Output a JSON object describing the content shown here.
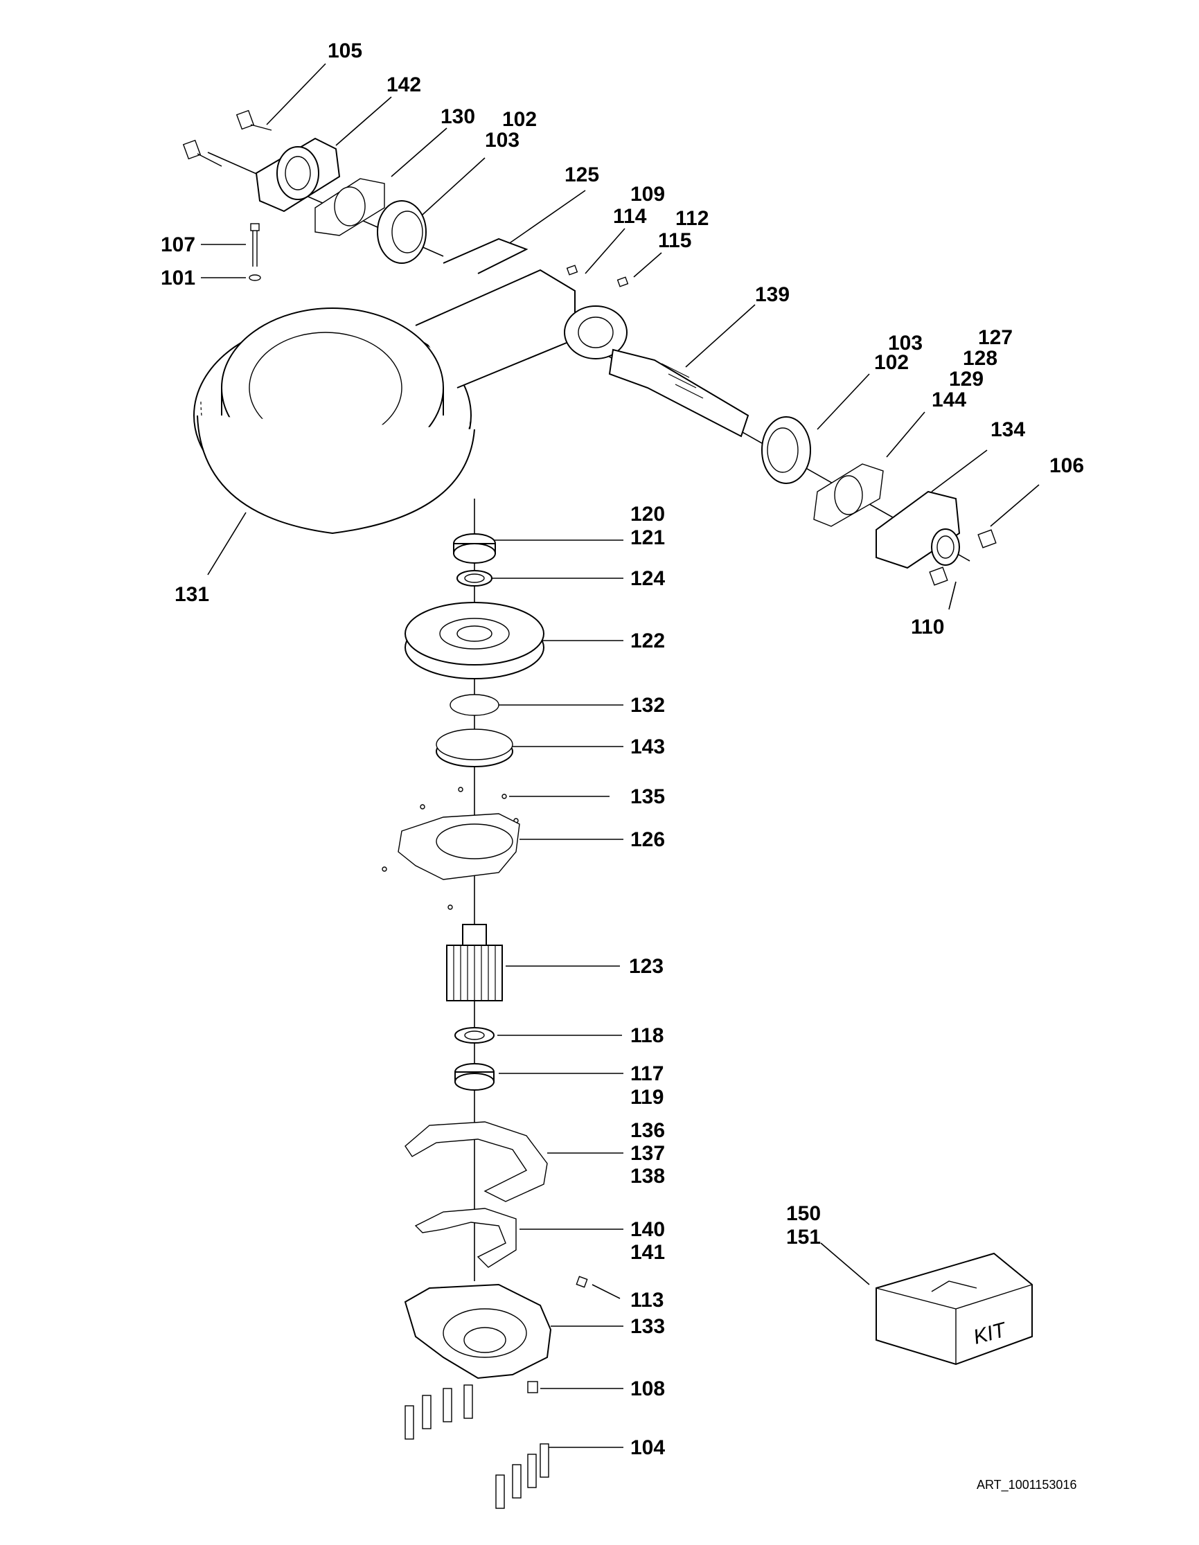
{
  "callouts": [
    {
      "id": "c105",
      "lines": [
        "105"
      ]
    },
    {
      "id": "c142",
      "lines": [
        "142"
      ]
    },
    {
      "id": "c130",
      "lines": [
        "130"
      ]
    },
    {
      "id": "c102a",
      "lines": [
        "102",
        "103"
      ]
    },
    {
      "id": "c125",
      "lines": [
        "125"
      ]
    },
    {
      "id": "c109",
      "lines": [
        "109",
        "114"
      ]
    },
    {
      "id": "c112",
      "lines": [
        "112",
        "115"
      ]
    },
    {
      "id": "c107",
      "lines": [
        "107"
      ]
    },
    {
      "id": "c101",
      "lines": [
        "101"
      ]
    },
    {
      "id": "c139",
      "lines": [
        "139"
      ]
    },
    {
      "id": "c103b",
      "lines": [
        "103",
        "102"
      ]
    },
    {
      "id": "c127",
      "lines": [
        "127",
        "128",
        "129",
        "144"
      ]
    },
    {
      "id": "c134",
      "lines": [
        "134"
      ]
    },
    {
      "id": "c106",
      "lines": [
        "106"
      ]
    },
    {
      "id": "c110",
      "lines": [
        "110"
      ]
    },
    {
      "id": "c131",
      "lines": [
        "131"
      ]
    },
    {
      "id": "c120",
      "lines": [
        "120",
        "121"
      ]
    },
    {
      "id": "c124",
      "lines": [
        "124"
      ]
    },
    {
      "id": "c122",
      "lines": [
        "122"
      ]
    },
    {
      "id": "c132",
      "lines": [
        "132"
      ]
    },
    {
      "id": "c143",
      "lines": [
        "143"
      ]
    },
    {
      "id": "c135",
      "lines": [
        "135"
      ]
    },
    {
      "id": "c126",
      "lines": [
        "126"
      ]
    },
    {
      "id": "c123",
      "lines": [
        "123"
      ]
    },
    {
      "id": "c118",
      "lines": [
        "118"
      ]
    },
    {
      "id": "c117",
      "lines": [
        "117",
        "119"
      ]
    },
    {
      "id": "c136",
      "lines": [
        "136",
        "137",
        "138"
      ]
    },
    {
      "id": "c140",
      "lines": [
        "140",
        "141"
      ]
    },
    {
      "id": "c113",
      "lines": [
        "113"
      ]
    },
    {
      "id": "c133",
      "lines": [
        "133"
      ]
    },
    {
      "id": "c108",
      "lines": [
        "108"
      ]
    },
    {
      "id": "c104",
      "lines": [
        "104"
      ]
    },
    {
      "id": "c150",
      "lines": [
        "150",
        "151"
      ]
    }
  ],
  "kit_label": "KIT",
  "art_id": "ART_1001153016"
}
